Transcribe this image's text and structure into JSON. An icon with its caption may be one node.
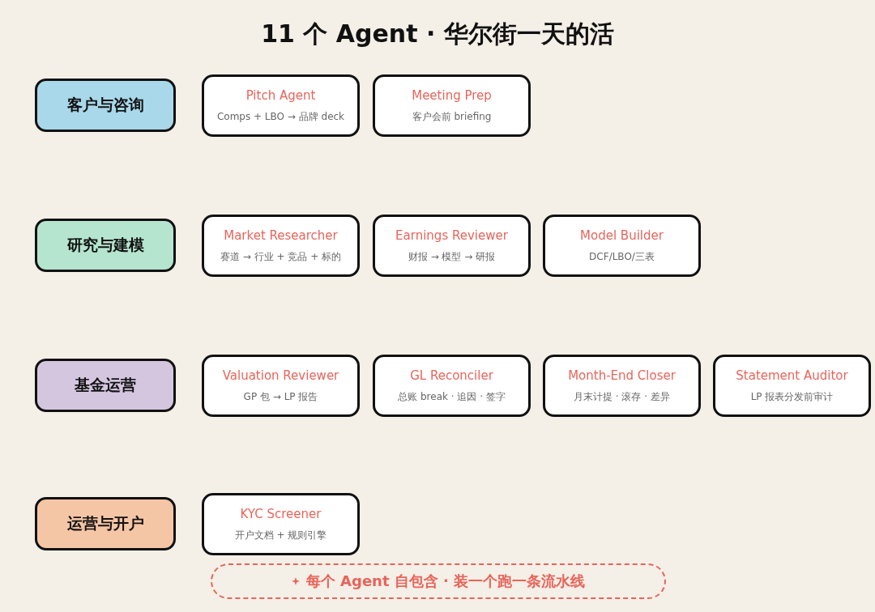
{
  "diagram": {
    "title": "11 个 Agent · 华尔街一天的活",
    "nodes": [
      {
        "text": [
          "客户与咨询"
        ]
      },
      {
        "text": [
          "Pitch Agent",
          "Comps + LBO → 品牌 deck"
        ]
      },
      {
        "text": [
          "Meeting Prep",
          "客户会前 briefing"
        ]
      },
      {
        "text": [
          "研究与建模"
        ]
      },
      {
        "text": [
          "Market Researcher",
          "赛道 → 行业 + 竞品 + 标的"
        ]
      },
      {
        "text": [
          "Earnings Reviewer",
          "财报 → 模型 → 研报"
        ]
      },
      {
        "text": [
          "Model Builder",
          "DCF/LBO/三表"
        ]
      },
      {
        "text": [
          "基金运营"
        ]
      },
      {
        "text": [
          "Valuation Reviewer",
          "GP 包 → LP 报告"
        ]
      },
      {
        "text": [
          "GL Reconciler",
          "总账 break · 追因 · 签字"
        ]
      },
      {
        "text": [
          "Month-End Closer",
          "月末计提 · 滚存 · 差异"
        ]
      },
      {
        "text": [
          "Statement Auditor",
          "LP 报表分发前审计"
        ]
      },
      {
        "text": [
          "运营与开户"
        ]
      },
      {
        "text": [
          "KYC Screener",
          "开户文档 + 规则引擎"
        ]
      },
      {
        "text": [
          "每个 Agent 自包含 · 装一个跑一条流水线"
        ]
      }
    ]
  }
}
